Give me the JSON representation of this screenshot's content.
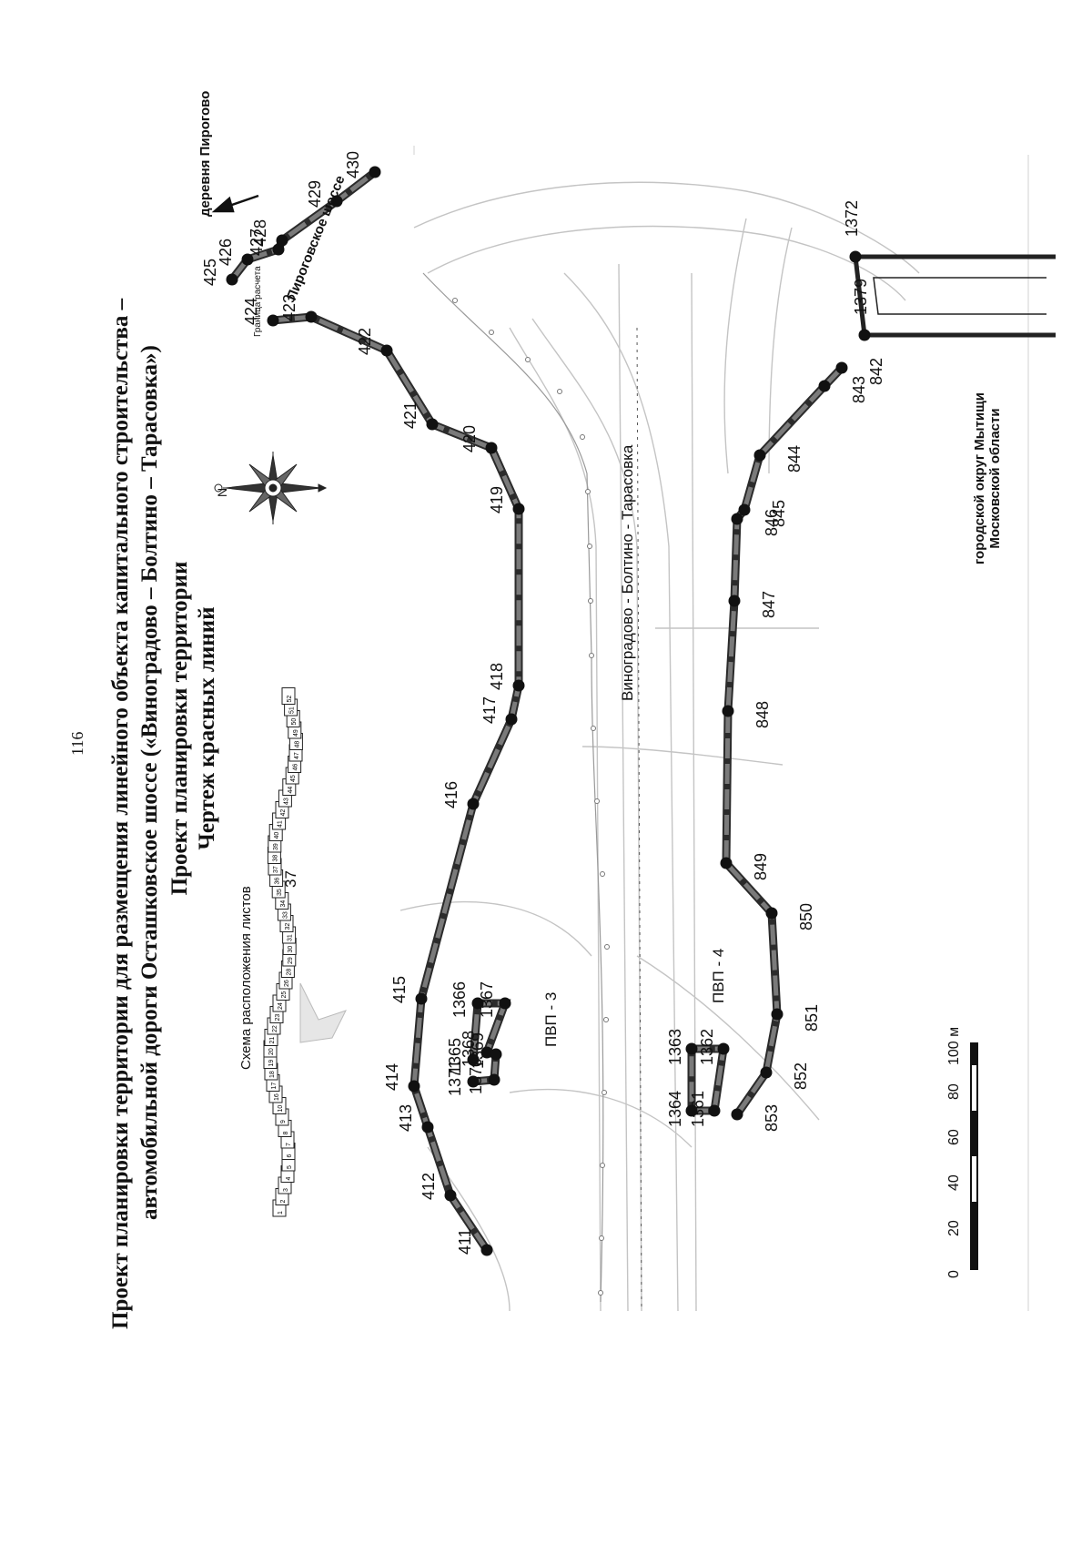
{
  "page_number": "116",
  "title_line1": "Проект планировки территории для размещения линейного объекта капитального строительства –",
  "title_line2": "автомобильной дороги Осташковское шоссе («Виноградово – Болтино – Тарасовка»)",
  "title_line3": "Проект планировки территории",
  "title_line4": "Чертеж красных линий",
  "index_map": {
    "title": "Схема расположения листов",
    "current_sheet": "37",
    "sheets": [
      "1",
      "2",
      "3",
      "4",
      "5",
      "6",
      "7",
      "8",
      "9",
      "10",
      "16",
      "17",
      "18",
      "19",
      "20",
      "21",
      "22",
      "23",
      "24",
      "25",
      "26",
      "28",
      "29",
      "30",
      "31",
      "32",
      "33",
      "34",
      "35",
      "36",
      "37",
      "38",
      "39",
      "40",
      "41",
      "42",
      "43",
      "44",
      "45",
      "46",
      "47",
      "48",
      "49",
      "50",
      "51",
      "52"
    ]
  },
  "labels": {
    "village": "деревня Пирогово",
    "road_pirogovo": "Пироговское шоссе",
    "road_main": "Виноградово - Болтино - Тарасовка",
    "boundary": "Граница расчета",
    "district_line1": "городской округ Мытищи",
    "district_line2": "Московской области",
    "pvp3": "ПВП - 3",
    "pvp4": "ПВП - 4",
    "north": "N"
  },
  "scale_bar": {
    "ticks": [
      "0",
      "20",
      "40",
      "60",
      "80",
      "100 м"
    ]
  },
  "points": {
    "left_line": [
      "411",
      "412",
      "413",
      "414",
      "415",
      "416",
      "417",
      "418",
      "419",
      "420",
      "421",
      "422",
      "423",
      "424"
    ],
    "top_line": [
      "425",
      "426",
      "427",
      "428",
      "429",
      "430"
    ],
    "right_line": [
      "842",
      "843",
      "844",
      "845",
      "846",
      "847",
      "848",
      "849",
      "850",
      "851",
      "852",
      "853"
    ],
    "block_right": [
      "1372",
      "1379"
    ],
    "pvp3": [
      "1365",
      "1366",
      "1367",
      "1368",
      "1369",
      "1370",
      "1371"
    ],
    "pvp4": [
      "1361",
      "1362",
      "1363",
      "1364"
    ]
  },
  "colors": {
    "red_line": "#2b2b2b",
    "red_line_fill": "#7a7a7a",
    "background_lines": "#c8c8c8",
    "ink": "#111111"
  }
}
